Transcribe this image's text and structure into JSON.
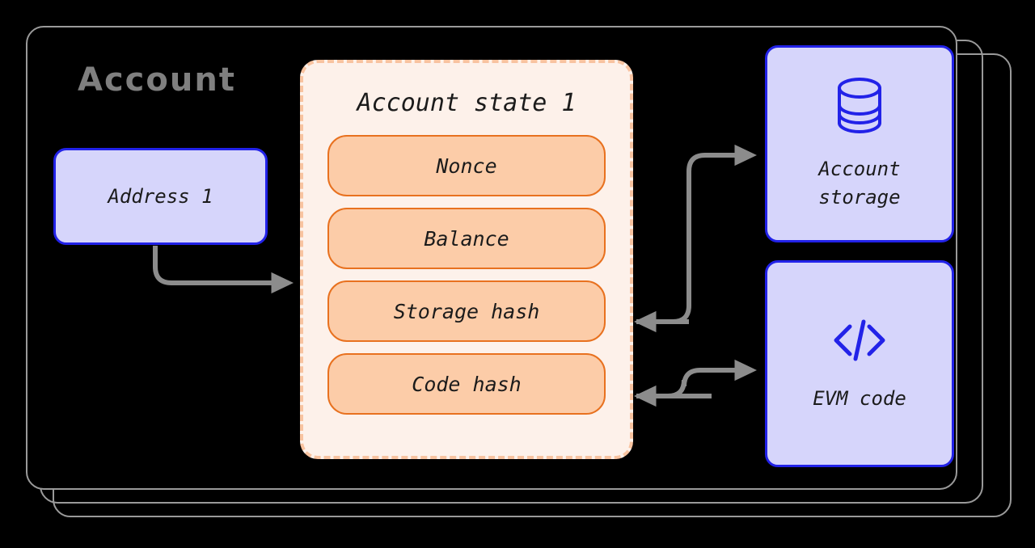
{
  "diagram": {
    "title": "Account",
    "frame_count": 3,
    "colors": {
      "background": "#000000",
      "frame_stroke": "#9a9a9a",
      "title_text": "#7f7f7f",
      "blue_fill": "#d6d5fb",
      "blue_stroke": "#2222e8",
      "panel_fill": "#fdf1ea",
      "panel_dash_stroke": "#f8c3a0",
      "pill_fill": "#fccca8",
      "pill_stroke": "#e8711f",
      "arrow_stroke": "#8c8c8c",
      "label_text": "#1b1b1b"
    }
  },
  "address": {
    "label": "Address 1"
  },
  "state_panel": {
    "title": "Account state 1",
    "fields": [
      {
        "label": "Nonce"
      },
      {
        "label": "Balance"
      },
      {
        "label": "Storage hash"
      },
      {
        "label": "Code hash"
      }
    ]
  },
  "storage_node": {
    "icon": "database-icon",
    "label": "Account\nstorage"
  },
  "evm_node": {
    "icon": "code-icon",
    "label": "EVM code"
  },
  "connectors": [
    {
      "name": "address-to-state",
      "from": "Address 1",
      "to": "Account state 1",
      "direction": "right"
    },
    {
      "name": "state-to-storage",
      "from": "Storage hash",
      "to": "Account storage",
      "direction": "right"
    },
    {
      "name": "storage-to-storage-hash",
      "from": "Account storage",
      "to": "Storage hash",
      "direction": "left"
    },
    {
      "name": "state-to-evm",
      "from": "Code hash",
      "to": "EVM code",
      "direction": "right"
    },
    {
      "name": "evm-to-code-hash",
      "from": "EVM code",
      "to": "Code hash",
      "direction": "left"
    }
  ]
}
